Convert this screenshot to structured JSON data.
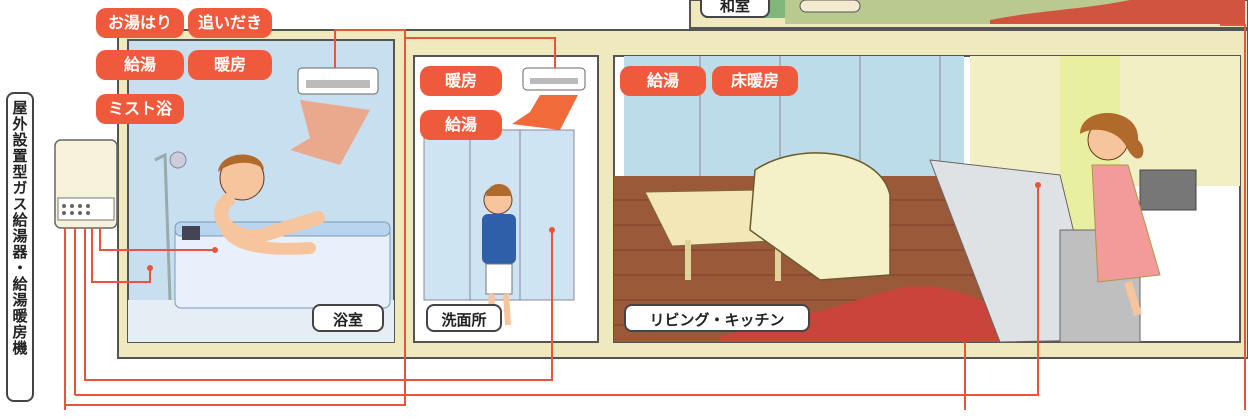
{
  "labels": {
    "top_room": "和室",
    "heater": "屋外設置型ガス給湯器・給湯暖房機",
    "bathroom": "浴室",
    "washroom": "洗面所",
    "living": "リビング・キッチン"
  },
  "badges": {
    "bath_filling": "お湯はり",
    "reheating": "追いだき",
    "bath_hot_water": "給湯",
    "bath_heating": "暖房",
    "mist_bath": "ミスト浴",
    "wash_heating": "暖房",
    "wash_hot_water": "給湯",
    "living_hot_water": "給湯",
    "floor_heating": "床暖房"
  },
  "icons": [
    "bathroom-heater-icon",
    "warm-air-icon",
    "gas-water-heater-icon",
    "floor-heating-panel-icon"
  ],
  "colors": {
    "badge": "#f05a3c",
    "pipe": "#e8553a",
    "wall": "#efe9bd",
    "floor_heating": "#c9443a"
  }
}
